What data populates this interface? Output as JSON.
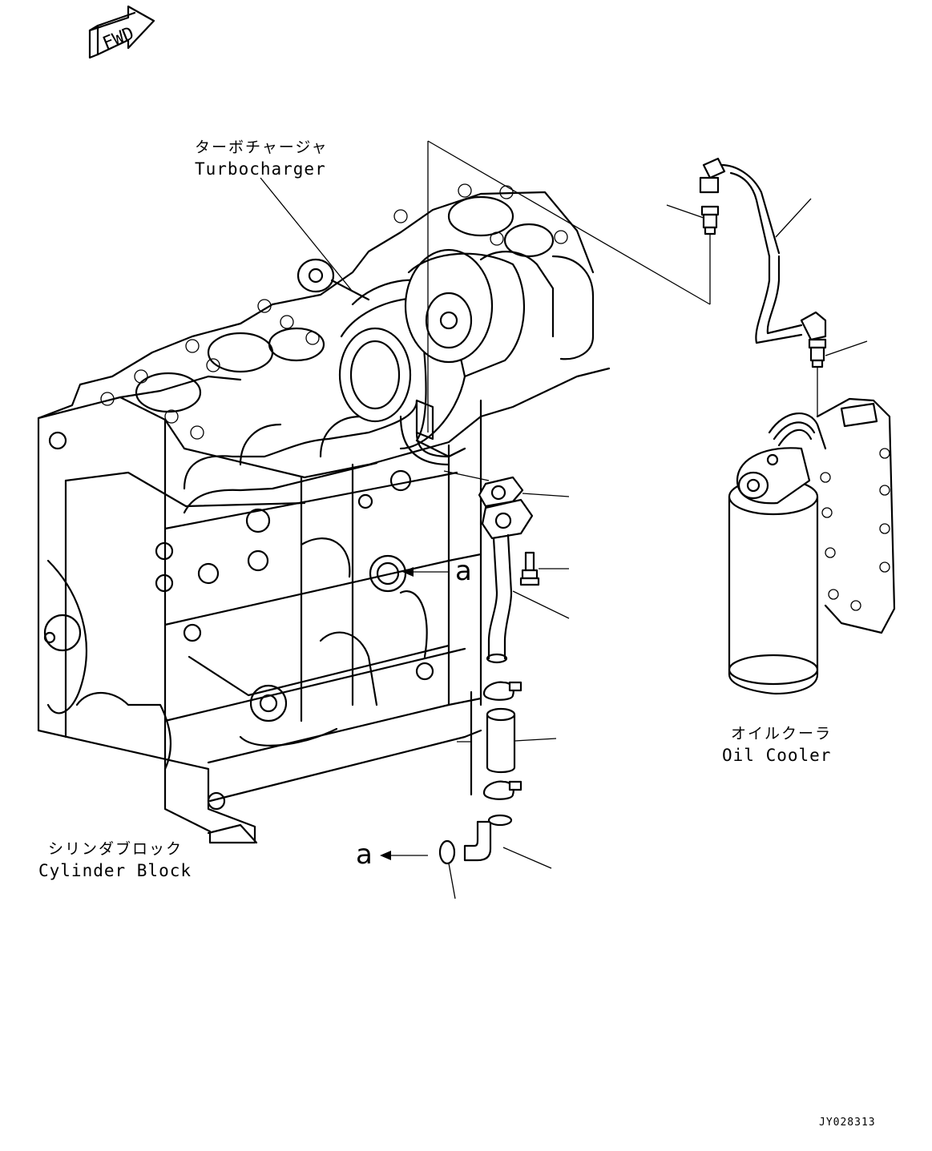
{
  "fwd_label": "FWD",
  "labels": {
    "turbocharger_ja": "ターボチャージャ",
    "turbocharger_en": "Turbocharger",
    "cylinder_block_ja": "シリンダブロック",
    "cylinder_block_en": "Cylinder Block",
    "oil_cooler_ja": "オイルクーラ",
    "oil_cooler_en": "Oil Cooler"
  },
  "reference_marks": [
    "a",
    "a"
  ],
  "drawing_code": "JY028313",
  "icons": [
    "fwd-arrow-icon",
    "reference-arrow-icon"
  ]
}
